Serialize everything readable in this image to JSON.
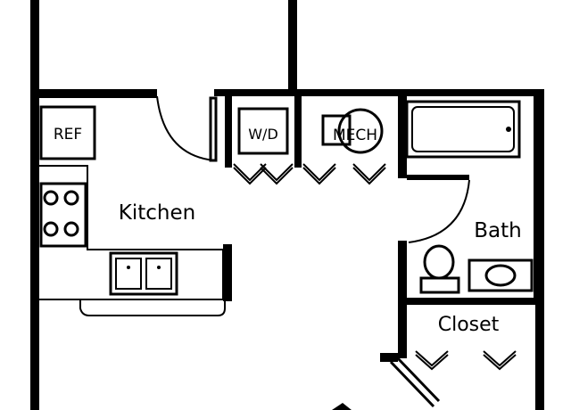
{
  "floor_plan": {
    "rooms": {
      "kitchen": "Kitchen",
      "bath": "Bath",
      "closet": "Closet"
    },
    "fixtures": {
      "ref": "REF",
      "wd": "W/D",
      "mech": "MECH"
    },
    "colors": {
      "ink": "#000000",
      "paper": "#ffffff"
    }
  }
}
